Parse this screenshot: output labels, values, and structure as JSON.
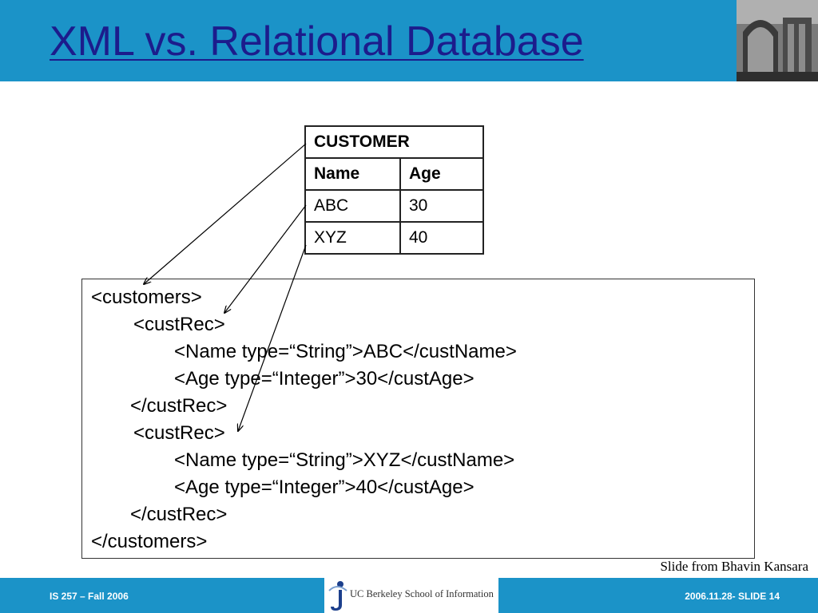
{
  "slide": {
    "title": "XML vs. Relational Database",
    "credit": "Slide from Bhavin Kansara"
  },
  "table": {
    "caption": "CUSTOMER",
    "headers": [
      "Name",
      "Age"
    ],
    "rows": [
      [
        "ABC",
        "30"
      ],
      [
        "XYZ",
        "40"
      ]
    ]
  },
  "xml_lines": [
    "<customers>",
    "<custRec>",
    "<Name type=“String”>ABC</custName>",
    "<Age type=“Integer”>30</custAge>",
    "</custRec>",
    "<custRec>",
    "<Name type=“String”>XYZ</custName>",
    "<Age type=“Integer”>40</custAge>",
    "</custRec>",
    "</customers>"
  ],
  "footer": {
    "left": "IS 257 – Fall 2006",
    "right": "2006.11.28- SLIDE 14",
    "logo_text": "UC Berkeley School of Information"
  },
  "colors": {
    "band": "#1b93c8",
    "title": "#1c1c8c"
  },
  "icons": [
    "building-photo",
    "ischool-logo-icon",
    "arrow-icon"
  ]
}
